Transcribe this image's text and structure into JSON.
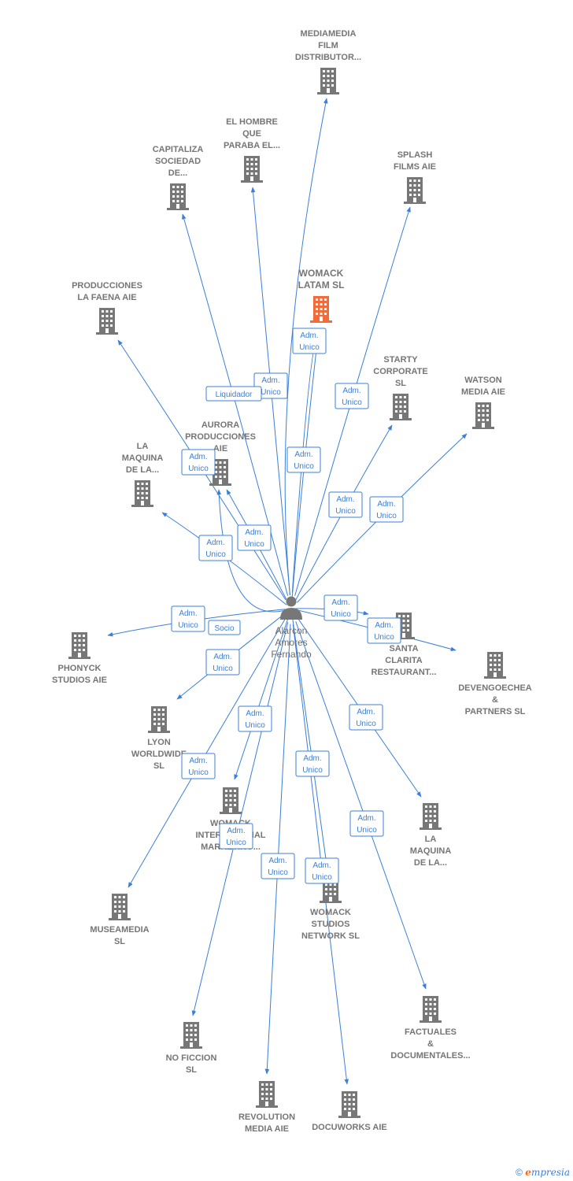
{
  "colors": {
    "edge": "#3a7fd8",
    "building": "#777777",
    "building_highlight": "#f26b3a",
    "person": "#777777"
  },
  "center": {
    "id": "person",
    "label_lines": [
      "Alarcon",
      "Amores",
      "Fernando"
    ],
    "icon": "person-icon"
  },
  "nodes": [
    {
      "id": "mediamedia",
      "lines": [
        "MEDIAMEDIA",
        "FILM",
        "DISTRIBUTOR..."
      ]
    },
    {
      "id": "hombre",
      "lines": [
        "EL HOMBRE",
        "QUE",
        "PARABA EL..."
      ]
    },
    {
      "id": "capitaliza",
      "lines": [
        "CAPITALIZA",
        "SOCIEDAD",
        "DE..."
      ]
    },
    {
      "id": "splash",
      "lines": [
        "SPLASH",
        "FILMS  AIE"
      ]
    },
    {
      "id": "womack_latam",
      "lines": [
        "WOMACK",
        "LATAM  SL"
      ],
      "highlight": true
    },
    {
      "id": "faena",
      "lines": [
        "PRODUCCIONES",
        "LA FAENA AIE"
      ]
    },
    {
      "id": "starty",
      "lines": [
        "STARTY",
        "CORPORATE",
        "SL"
      ]
    },
    {
      "id": "watson",
      "lines": [
        "WATSON",
        "MEDIA  AIE"
      ]
    },
    {
      "id": "aurora",
      "lines": [
        "AURORA",
        "PRODUCCIONES",
        "AIE"
      ]
    },
    {
      "id": "maquina1",
      "lines": [
        "LA",
        "MAQUINA",
        "DE LA..."
      ]
    },
    {
      "id": "phonyck",
      "lines": [
        "PHONYCK",
        "STUDIOS AIE"
      ]
    },
    {
      "id": "santa",
      "lines": [
        "SANTA",
        "CLARITA",
        "RESTAURANT..."
      ]
    },
    {
      "id": "devengoechea",
      "lines": [
        "DEVENGOECHEA",
        "&",
        "PARTNERS  SL"
      ]
    },
    {
      "id": "lyon",
      "lines": [
        "LYON",
        "WORLDWIDE",
        "SL"
      ]
    },
    {
      "id": "womack_int",
      "lines": [
        "WOMACK",
        "INTERNATIONAL",
        "MARKETING..."
      ]
    },
    {
      "id": "maquina2",
      "lines": [
        "LA",
        "MAQUINA",
        "DE LA..."
      ]
    },
    {
      "id": "museamedia",
      "lines": [
        "MUSEAMEDIA",
        "SL"
      ]
    },
    {
      "id": "womack_studios",
      "lines": [
        "WOMACK",
        "STUDIOS",
        "NETWORK  SL"
      ]
    },
    {
      "id": "factuales",
      "lines": [
        "FACTUALES",
        "&",
        "DOCUMENTALES..."
      ]
    },
    {
      "id": "noficcion",
      "lines": [
        "NO FICCION",
        "SL"
      ]
    },
    {
      "id": "revolution",
      "lines": [
        "REVOLUTION",
        "MEDIA  AIE"
      ]
    },
    {
      "id": "docuworks",
      "lines": [
        "DOCUWORKS AIE"
      ]
    }
  ],
  "relations": [
    {
      "to": "mediamedia",
      "lines": [
        "Adm.",
        "Unico"
      ]
    },
    {
      "to": "hombre",
      "lines": [
        "Adm.",
        "Unico"
      ]
    },
    {
      "to": "capitaliza",
      "lines": [
        "Liquidador"
      ]
    },
    {
      "to": "splash",
      "lines": [
        "Adm.",
        "Unico"
      ]
    },
    {
      "to": "womack_latam",
      "lines": [
        "Adm.",
        "Unico"
      ]
    },
    {
      "to": "womack_latam",
      "lines": [
        "Adm.",
        "Unico"
      ]
    },
    {
      "to": "faena",
      "lines": [
        "Adm.",
        "Unico"
      ]
    },
    {
      "to": "starty",
      "lines": [
        "Adm.",
        "Unico"
      ]
    },
    {
      "to": "watson",
      "lines": [
        "Adm.",
        "Unico"
      ]
    },
    {
      "to": "aurora",
      "lines": [
        "Adm.",
        "Unico"
      ]
    },
    {
      "to": "maquina1",
      "lines": [
        "Adm.",
        "Unico"
      ]
    },
    {
      "to": "phonyck",
      "lines": [
        "Adm.",
        "Unico"
      ]
    },
    {
      "to": "santa",
      "lines": [
        "Adm.",
        "Unico"
      ]
    },
    {
      "to": "devengoechea",
      "lines": [
        "Adm.",
        "Unico"
      ]
    },
    {
      "to": "aurora",
      "lines": [
        "Socio"
      ]
    },
    {
      "to": "lyon",
      "lines": [
        "Adm.",
        "Unico"
      ]
    },
    {
      "to": "womack_int",
      "lines": [
        "Adm.",
        "Unico"
      ]
    },
    {
      "to": "maquina2",
      "lines": [
        "Adm.",
        "Unico"
      ]
    },
    {
      "to": "museamedia",
      "lines": [
        "Adm.",
        "Unico"
      ]
    },
    {
      "to": "womack_studios",
      "lines": [
        "Adm.",
        "Unico"
      ]
    },
    {
      "to": "factuales",
      "lines": [
        "Adm.",
        "Unico"
      ]
    },
    {
      "to": "noficcion",
      "lines": [
        "Adm.",
        "Unico"
      ]
    },
    {
      "to": "revolution",
      "lines": [
        "Adm.",
        "Unico"
      ]
    },
    {
      "to": "docuworks",
      "lines": [
        "Adm.",
        "Unico"
      ]
    }
  ],
  "footer": {
    "copyright": "©",
    "brand_initial": "e",
    "brand_rest": "mpresia"
  }
}
